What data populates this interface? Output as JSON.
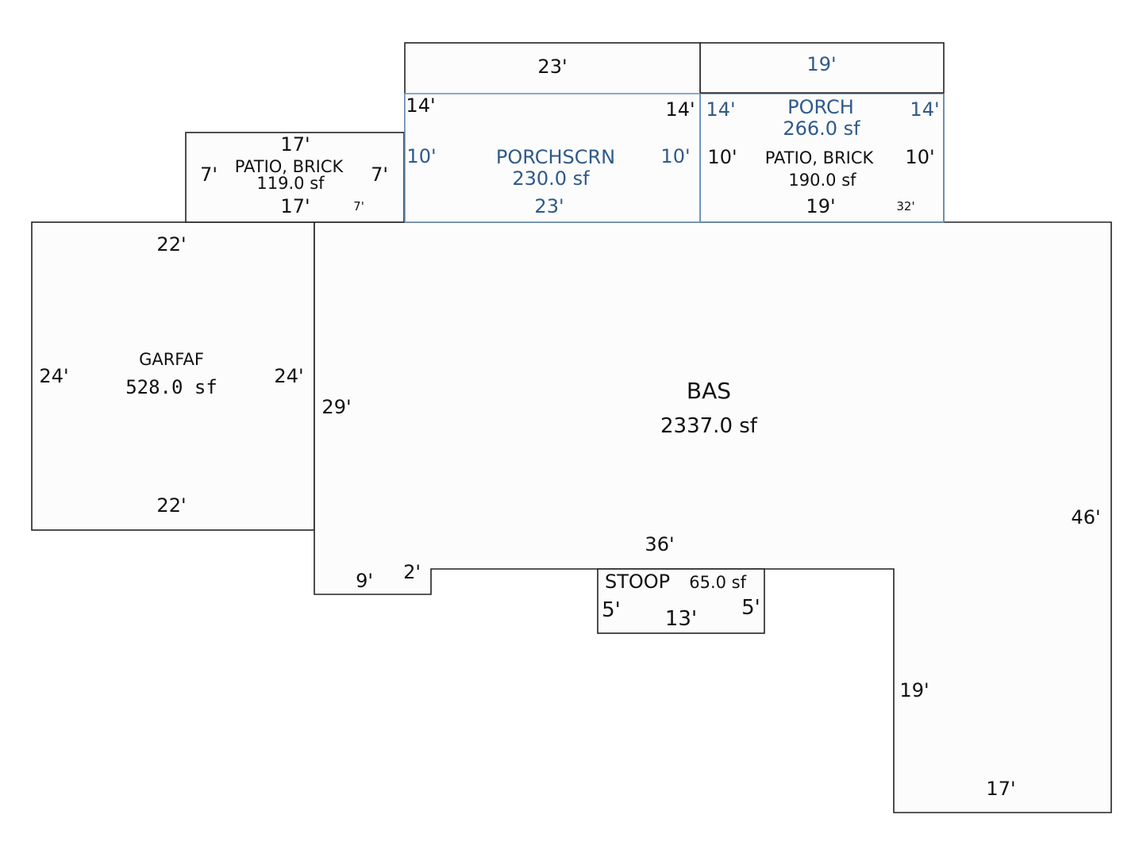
{
  "areas": {
    "garfaf": {
      "name": "GARFAF",
      "area": "528.0 sf",
      "dims": {
        "top": "22'",
        "bottom": "22'",
        "left": "24'",
        "right": "24'"
      }
    },
    "bas": {
      "name": "BAS",
      "area": "2337.0 sf",
      "dims": {
        "left": "29'",
        "right": "46'",
        "step_bottom": "9'",
        "step_up": "2'",
        "bottom_run": "36'",
        "wing_side": "19'",
        "wing_bottom": "17'"
      }
    },
    "patio_left": {
      "name": "PATIO, BRICK",
      "area": "119.0 sf",
      "dims": {
        "top": "17'",
        "bottom": "17'",
        "left": "7'",
        "right": "7'",
        "corner": "7'"
      }
    },
    "porchscrn": {
      "name": "PORCHSCRN",
      "area": "230.0 sf",
      "dims": {
        "top_outer": "23'",
        "bottom": "23'",
        "left_upper": "14'",
        "right_upper": "14'",
        "left_lower": "10'",
        "right_lower": "10'"
      }
    },
    "porch": {
      "name": "PORCH",
      "area": "266.0 sf",
      "dims": {
        "top": "19'",
        "left": "14'",
        "right": "14'"
      }
    },
    "patio_right": {
      "name": "PATIO, BRICK",
      "area": "190.0 sf",
      "dims": {
        "bottom": "19'",
        "left": "10'",
        "right": "10'",
        "corner": "32'"
      }
    },
    "stoop": {
      "name": "STOOP",
      "area": "65.0 sf",
      "dims": {
        "bottom": "13'",
        "left": "5'",
        "right": "5'"
      }
    }
  },
  "colors": {
    "outline": "#222222",
    "screened_outline": "#6f94b8",
    "label": "#111111",
    "label_blue": "#2f5a8a",
    "background": "#fcfcfc"
  }
}
